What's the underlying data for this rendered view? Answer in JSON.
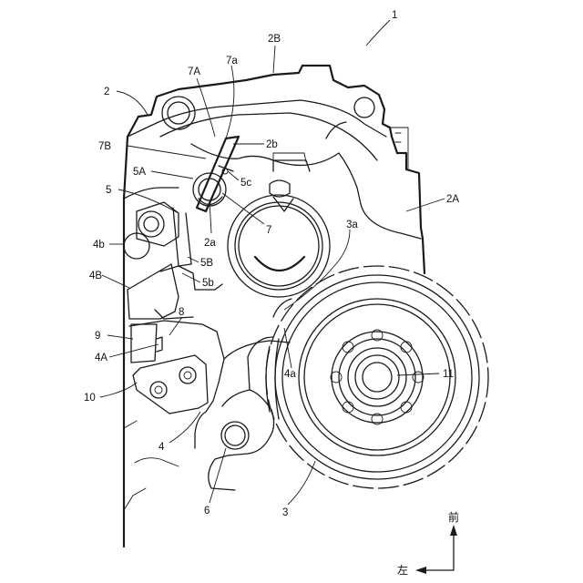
{
  "figure": {
    "labels": {
      "assembly": "1",
      "case": "2",
      "case_part_b": "2B",
      "case_part_a": "2A",
      "case_bore": "2a",
      "case_edge": "2b",
      "gear": "3",
      "gear_part": "3a",
      "lever": "4",
      "lever_arm_a": "4A",
      "lever_arm_b": "4B",
      "lever_tip": "4a",
      "lever_boss": "4b",
      "link": "5",
      "link_hub": "5A",
      "link_arm": "5B",
      "link_end": "5b",
      "link_pin": "5c",
      "shaft": "6",
      "spring": "7",
      "spring_end_a": "7A",
      "spring_end_b": "7B",
      "spring_hook": "7a",
      "stopper": "8",
      "block": "9",
      "bracket": "10",
      "hub": "11"
    },
    "direction": {
      "forward": "前",
      "left": "左"
    }
  }
}
